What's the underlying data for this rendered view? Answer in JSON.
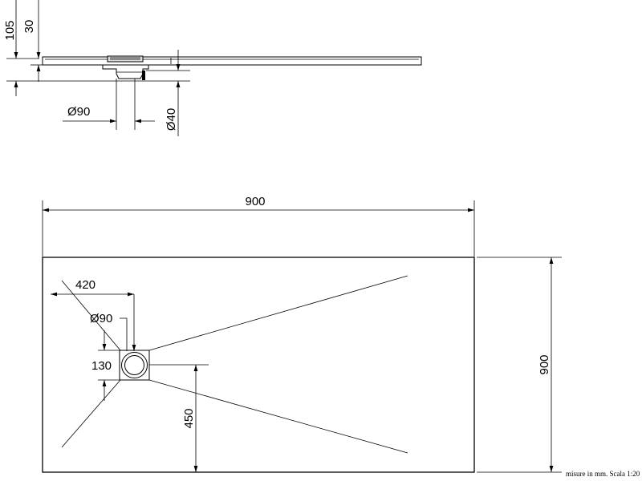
{
  "side_view": {
    "height_total": "105",
    "height_tray": "30",
    "drain_diameter": "Ø90",
    "outlet_diameter": "Ø40"
  },
  "plan_view": {
    "width": "900",
    "depth": "900",
    "drain_offset_x": "420",
    "drain_diameter": "Ø90",
    "drain_box_size": "130",
    "drain_offset_y": "450"
  },
  "scale_note": "misure in mm. Scala 1:20"
}
